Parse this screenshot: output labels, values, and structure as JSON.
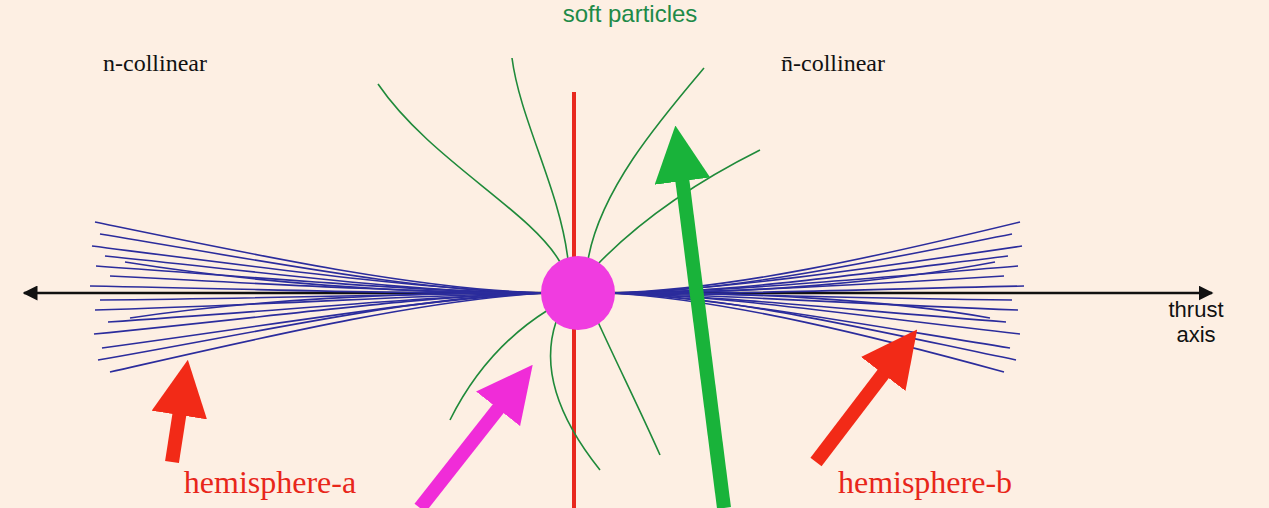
{
  "diagram": {
    "labels": [
      "soft particles",
      "n-collinear",
      "n̄-collinear",
      "thrust axis",
      "hemisphere-a",
      "hemisphere-b"
    ]
  }
}
